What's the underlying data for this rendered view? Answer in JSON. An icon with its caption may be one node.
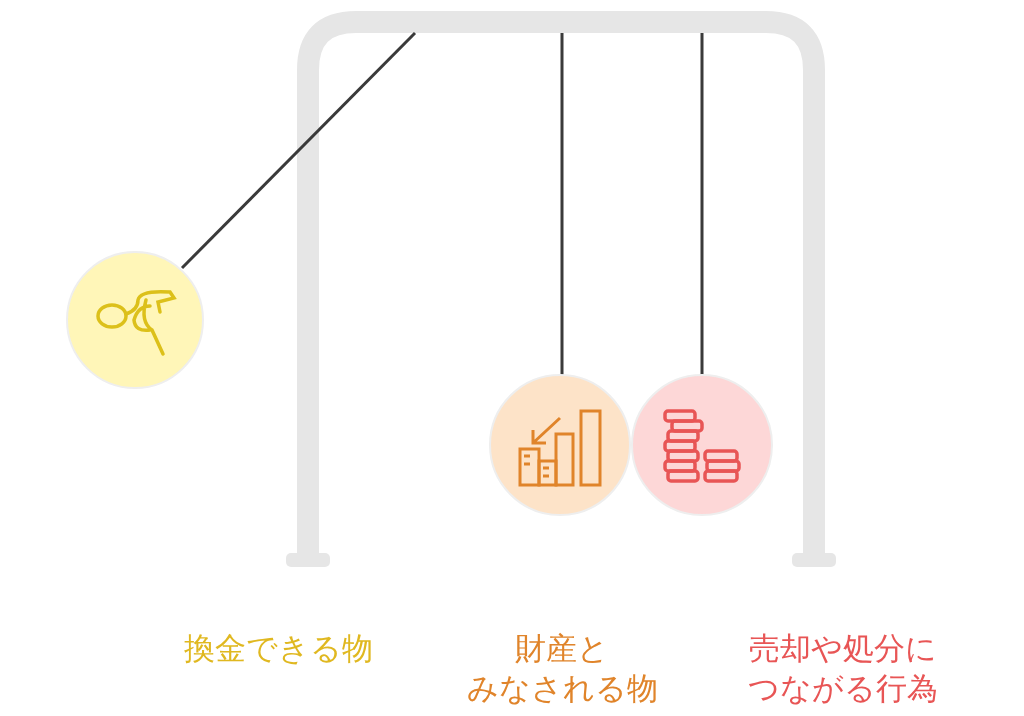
{
  "diagram": {
    "labels": [
      "換金できる物",
      "財産とみなされる物",
      "売却や処分につながる行為"
    ]
  }
}
